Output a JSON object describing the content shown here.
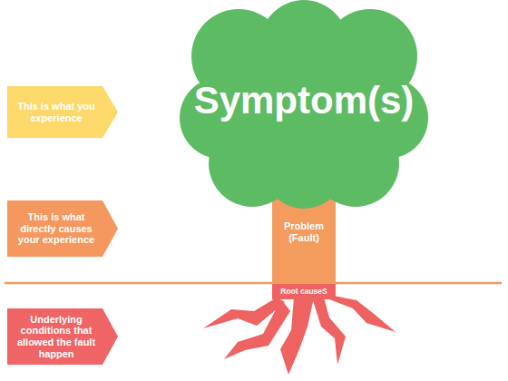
{
  "diagram": {
    "nodes": [
      {
        "text": [
          "Symptom(s)"
        ]
      },
      {
        "text": [
          "This is what you experience"
        ]
      },
      {
        "text": [
          "This is what directly causes your experience"
        ]
      },
      {
        "text": [
          "Problem (Fault)"
        ]
      },
      {
        "text": [
          "Root causeS"
        ]
      },
      {
        "text": [
          "Underlying conditions that allowed the fault happen"
        ]
      }
    ]
  }
}
